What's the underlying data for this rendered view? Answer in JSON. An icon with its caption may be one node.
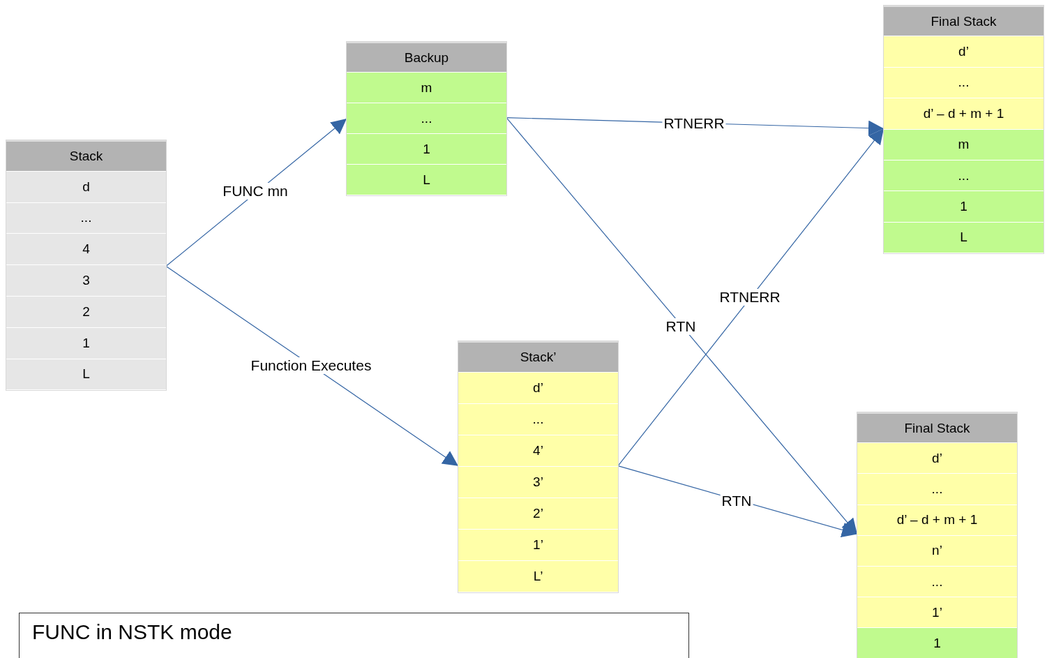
{
  "diagram": {
    "nodes": [
      {
        "text": [
          "Stack"
        ]
      },
      {
        "text": [
          "d"
        ],
        "in": 0
      },
      {
        "text": [
          "..."
        ],
        "in": 0
      },
      {
        "text": [
          "4"
        ],
        "in": 0
      },
      {
        "text": [
          "3"
        ],
        "in": 0
      },
      {
        "text": [
          "2"
        ],
        "in": 0
      },
      {
        "text": [
          "1"
        ],
        "in": 0
      },
      {
        "text": [
          "L"
        ],
        "in": 0
      },
      {
        "text": [
          "Backup"
        ]
      },
      {
        "text": [
          "m"
        ],
        "in": 8
      },
      {
        "text": [
          "..."
        ],
        "in": 8
      },
      {
        "text": [
          "1"
        ],
        "in": 8
      },
      {
        "text": [
          "L"
        ],
        "in": 8
      },
      {
        "text": [
          "Final Stack"
        ]
      },
      {
        "text": [
          "d’"
        ],
        "in": 13
      },
      {
        "text": [
          "..."
        ],
        "in": 13
      },
      {
        "text": [
          "d’ – d + m + 1"
        ],
        "in": 13
      },
      {
        "text": [
          "m"
        ],
        "in": 13
      },
      {
        "text": [
          "..."
        ],
        "in": 13
      },
      {
        "text": [
          "1"
        ],
        "in": 13
      },
      {
        "text": [
          "L"
        ],
        "in": 13
      },
      {
        "text": [
          "Stack’"
        ]
      },
      {
        "text": [
          "d’"
        ],
        "in": 21
      },
      {
        "text": [
          "..."
        ],
        "in": 21
      },
      {
        "text": [
          "4’"
        ],
        "in": 21
      },
      {
        "text": [
          "3’"
        ],
        "in": 21
      },
      {
        "text": [
          "2’"
        ],
        "in": 21
      },
      {
        "text": [
          "1’"
        ],
        "in": 21
      },
      {
        "text": [
          "L’"
        ],
        "in": 21
      },
      {
        "text": [
          "Final Stack"
        ]
      },
      {
        "text": [
          "d’"
        ],
        "in": 29
      },
      {
        "text": [
          "..."
        ],
        "in": 29
      },
      {
        "text": [
          "d’ – d + m + 1"
        ],
        "in": 29
      },
      {
        "text": [
          "n’"
        ],
        "in": 29
      },
      {
        "text": [
          "..."
        ],
        "in": 29
      },
      {
        "text": [
          "1’"
        ],
        "in": 29
      },
      {
        "text": [
          "1"
        ],
        "in": 29
      },
      {
        "text": [
          "FUNC in NSTK mode"
        ]
      }
    ],
    "edges": [
      {
        "from": 4,
        "to": 10,
        "arrow": "to",
        "label": "FUNC mn"
      },
      {
        "from": 4,
        "to": 24,
        "arrow": "to",
        "label": "Function Executes"
      },
      {
        "from": 10,
        "to": 16,
        "arrow": "to",
        "label": "RTNERR"
      },
      {
        "from": 10,
        "to": 32,
        "arrow": "to",
        "label": "RTN"
      },
      {
        "from": 24,
        "to": 16,
        "arrow": "to",
        "label": "RTNERR"
      },
      {
        "from": 24,
        "to": 32,
        "arrow": "to",
        "label": "RTN"
      }
    ]
  }
}
